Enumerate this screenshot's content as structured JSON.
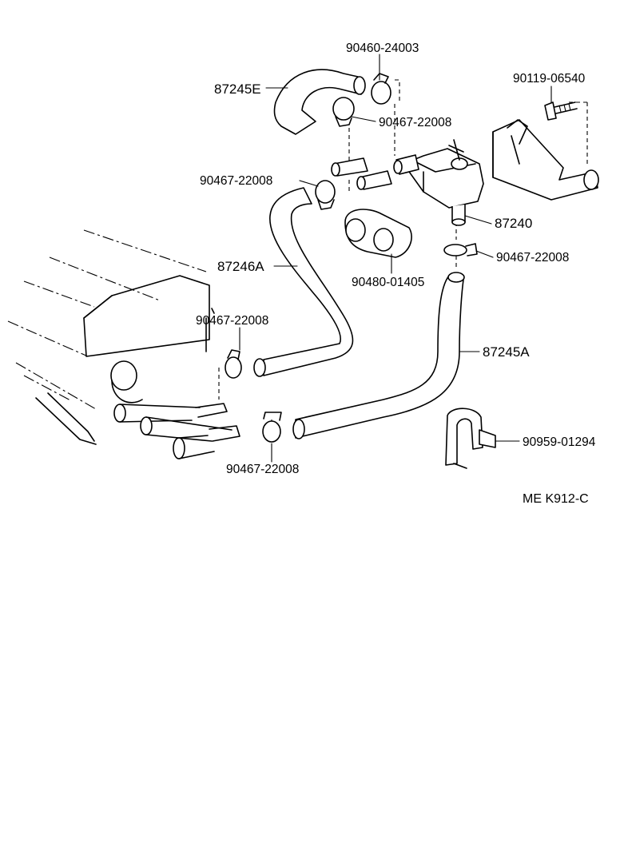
{
  "diagram": {
    "reference_code": "ME K912-C",
    "part_labels": [
      "90460-24003",
      "87245E",
      "90119-06540",
      "90467-22008",
      "90467-22008",
      "87240",
      "90467-22008",
      "87246A",
      "90480-01405",
      "90467-22008",
      "87245A",
      "90959-01294",
      "90467-22008"
    ]
  }
}
